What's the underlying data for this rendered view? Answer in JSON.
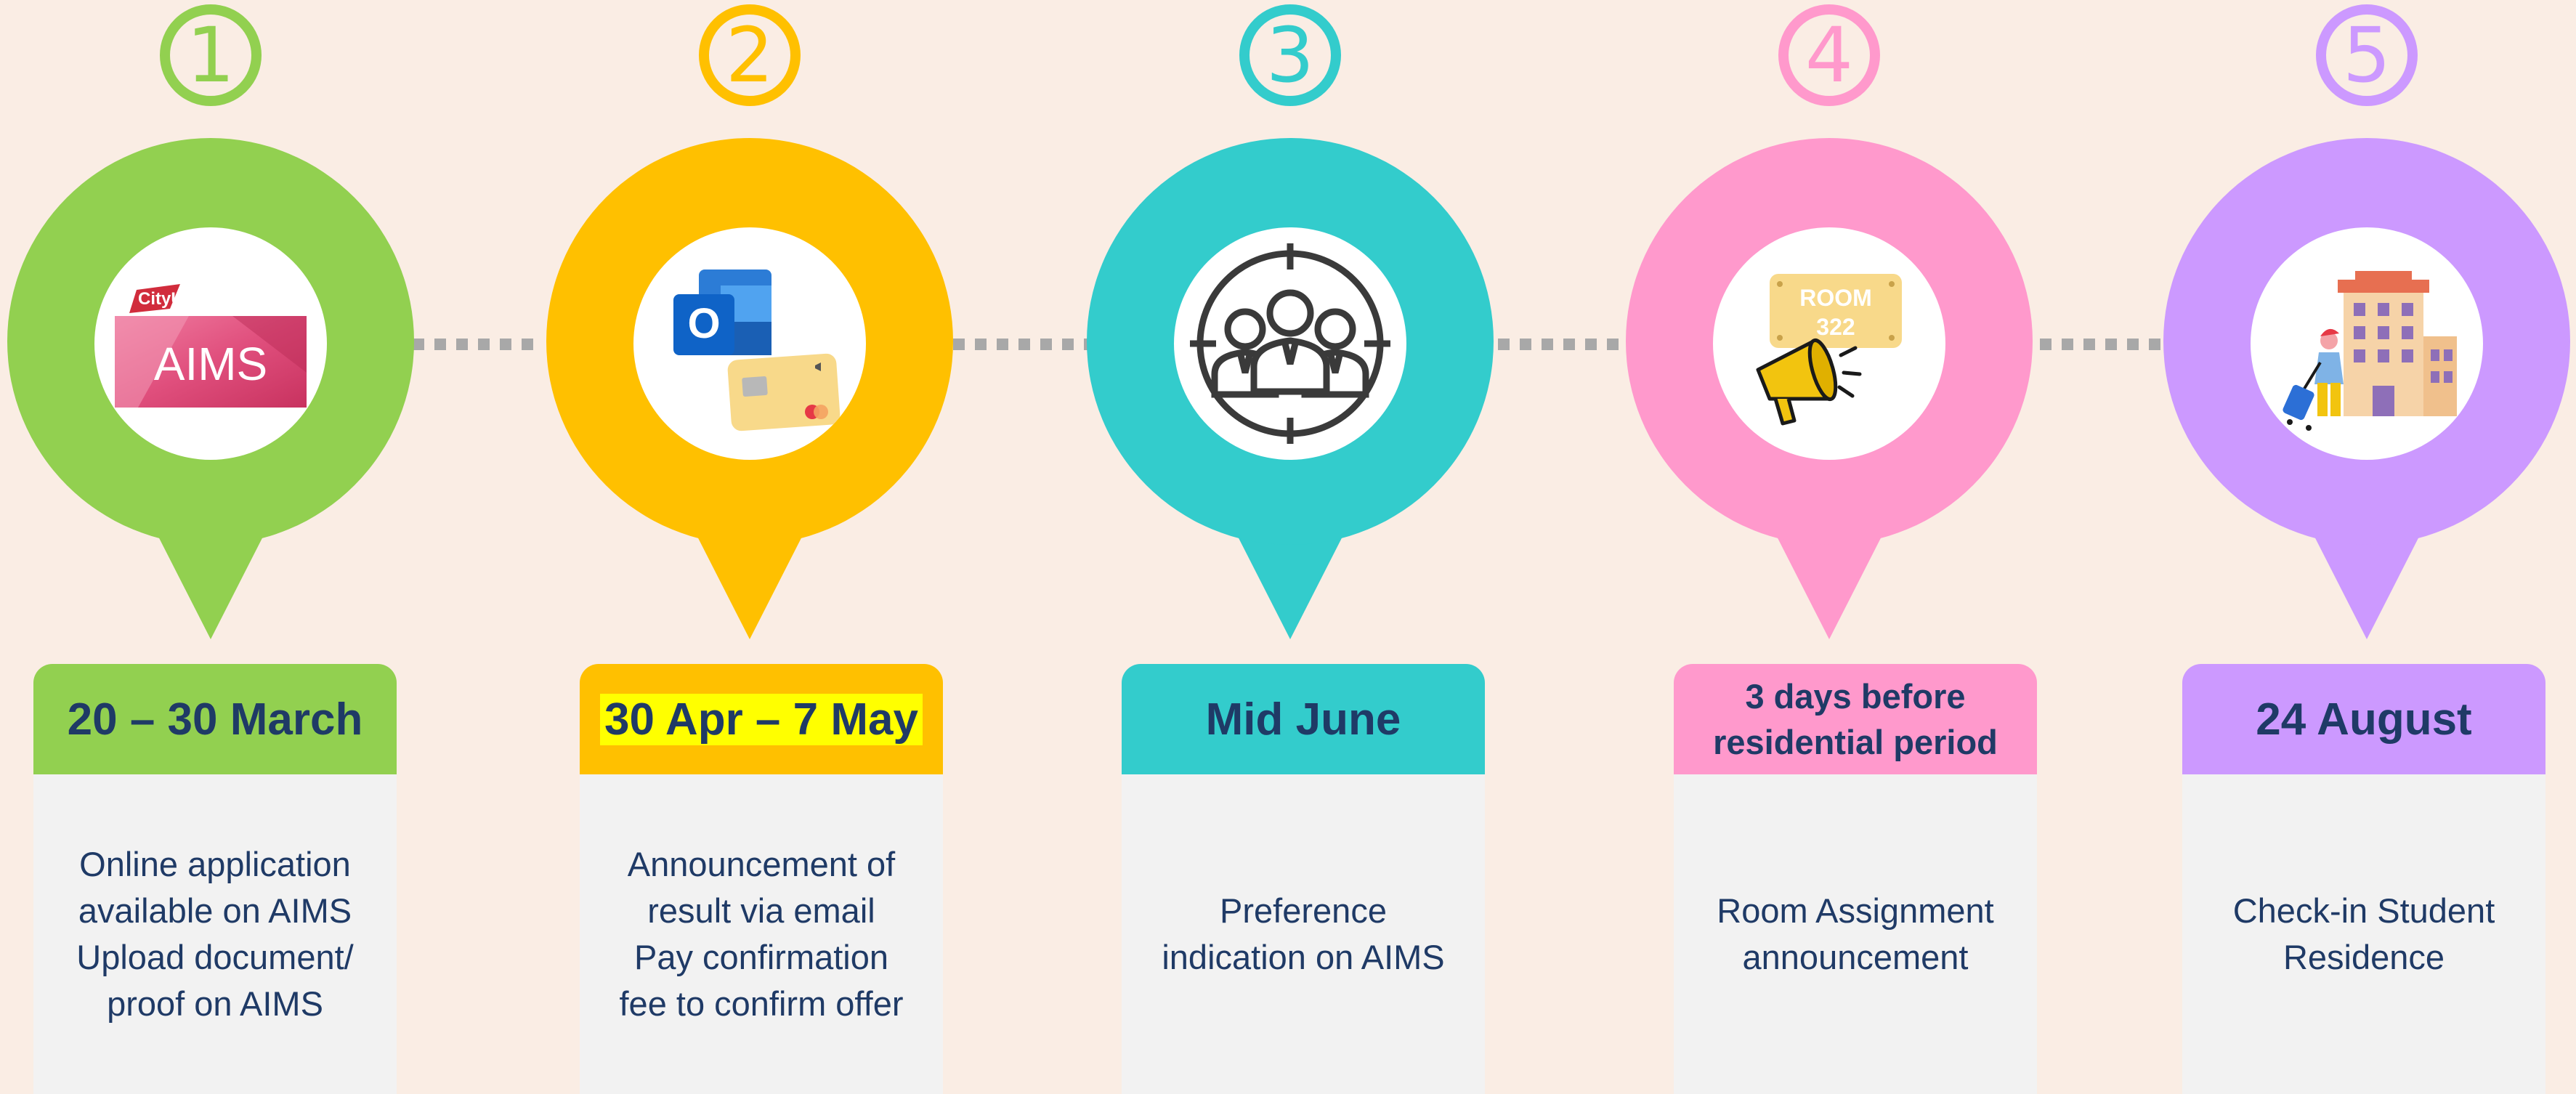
{
  "colors": {
    "background": "#faede4",
    "connector": "#a8a8a8",
    "text": "#1f3a66",
    "card_body": "#f2f2f2"
  },
  "steps": [
    {
      "number": "1",
      "color": "#92d050",
      "icon": "cityu-aims-logo-icon",
      "logo_small": "CityU",
      "logo_text": "AIMS",
      "date": "20 – 30 March",
      "lines": [
        "Online application",
        "available on AIMS",
        "Upload document/",
        "proof on AIMS"
      ]
    },
    {
      "number": "2",
      "color": "#ffc000",
      "icon": "outlook-email-credit-card-icon",
      "icon_letter": "O",
      "date": "30 Apr – 7 May",
      "date_highlight": "#ffff00",
      "lines": [
        "Announcement of",
        "result via email",
        "Pay confirmation",
        "fee to confirm offer"
      ]
    },
    {
      "number": "3",
      "color": "#33cccc",
      "icon": "target-people-group-icon",
      "date": "Mid June",
      "lines": [
        "Preference",
        "indication on AIMS"
      ]
    },
    {
      "number": "4",
      "color": "#ff99cc",
      "icon": "room-sign-megaphone-icon",
      "sign_line1": "ROOM",
      "sign_line2": "322",
      "date_lines": [
        "3 days before",
        "residential period"
      ],
      "lines": [
        "Room Assignment",
        "announcement"
      ]
    },
    {
      "number": "5",
      "color": "#cc99ff",
      "icon": "hotel-traveler-luggage-icon",
      "date": "24 August",
      "lines": [
        "Check-in Student",
        "Residence"
      ]
    }
  ]
}
